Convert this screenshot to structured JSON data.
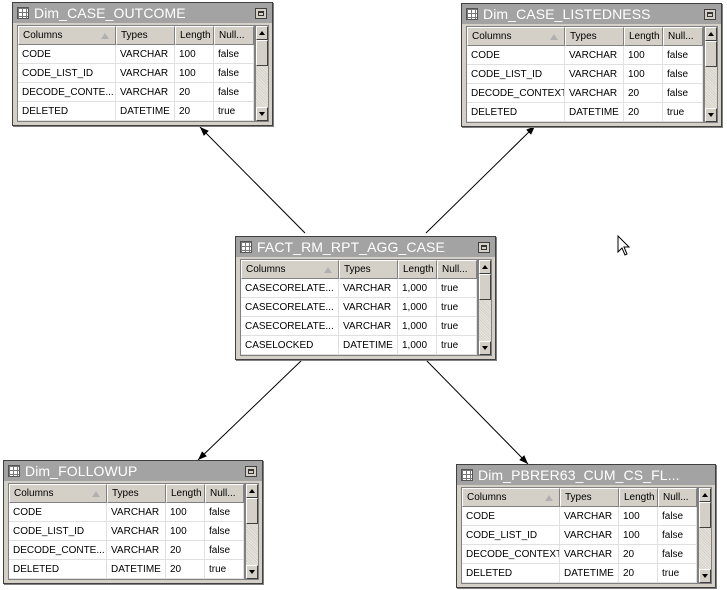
{
  "columns_header": {
    "columns": "Columns",
    "types": "Types",
    "length": "Length",
    "nullable": "Null..."
  },
  "tables": [
    {
      "name": "Dim_CASE_OUTCOME",
      "rows": [
        [
          "CODE",
          "VARCHAR",
          "100",
          "false"
        ],
        [
          "CODE_LIST_ID",
          "VARCHAR",
          "100",
          "false"
        ],
        [
          "DECODE_CONTE...",
          "VARCHAR",
          "20",
          "false"
        ],
        [
          "DELETED",
          "DATETIME",
          "20",
          "true"
        ]
      ]
    },
    {
      "name": "Dim_CASE_LISTEDNESS",
      "rows": [
        [
          "CODE",
          "VARCHAR",
          "100",
          "false"
        ],
        [
          "CODE_LIST_ID",
          "VARCHAR",
          "100",
          "false"
        ],
        [
          "DECODE_CONTEXT",
          "VARCHAR",
          "20",
          "false"
        ],
        [
          "DELETED",
          "DATETIME",
          "20",
          "true"
        ]
      ]
    },
    {
      "name": "FACT_RM_RPT_AGG_CASE",
      "rows": [
        [
          "CASECORELATE...",
          "VARCHAR",
          "1,000",
          "true"
        ],
        [
          "CASECORELATE...",
          "VARCHAR",
          "1,000",
          "true"
        ],
        [
          "CASECORELATE...",
          "VARCHAR",
          "1,000",
          "true"
        ],
        [
          "CASELOCKED",
          "DATETIME",
          "1,000",
          "true"
        ]
      ]
    },
    {
      "name": "Dim_FOLLOWUP",
      "rows": [
        [
          "CODE",
          "VARCHAR",
          "100",
          "false"
        ],
        [
          "CODE_LIST_ID",
          "VARCHAR",
          "100",
          "false"
        ],
        [
          "DECODE_CONTE...",
          "VARCHAR",
          "20",
          "false"
        ],
        [
          "DELETED",
          "DATETIME",
          "20",
          "true"
        ]
      ]
    },
    {
      "name": "Dim_PBRER63_CUM_CS_FL...",
      "rows": [
        [
          "CODE",
          "VARCHAR",
          "100",
          "false"
        ],
        [
          "CODE_LIST_ID",
          "VARCHAR",
          "100",
          "false"
        ],
        [
          "DECODE_CONTEXT",
          "VARCHAR",
          "20",
          "false"
        ],
        [
          "DELETED",
          "DATETIME",
          "20",
          "true"
        ]
      ]
    }
  ],
  "icons": {
    "table": "table-icon",
    "minimize": "minimize-icon",
    "sort": "sort-ascending-icon",
    "cursor": "mouse-pointer-icon"
  },
  "colors": {
    "title_bar": "#a3a3a3",
    "title_text": "#ffffff",
    "panel": "#d4d0c8",
    "canvas": "#ffffff",
    "connector": "#000000"
  }
}
